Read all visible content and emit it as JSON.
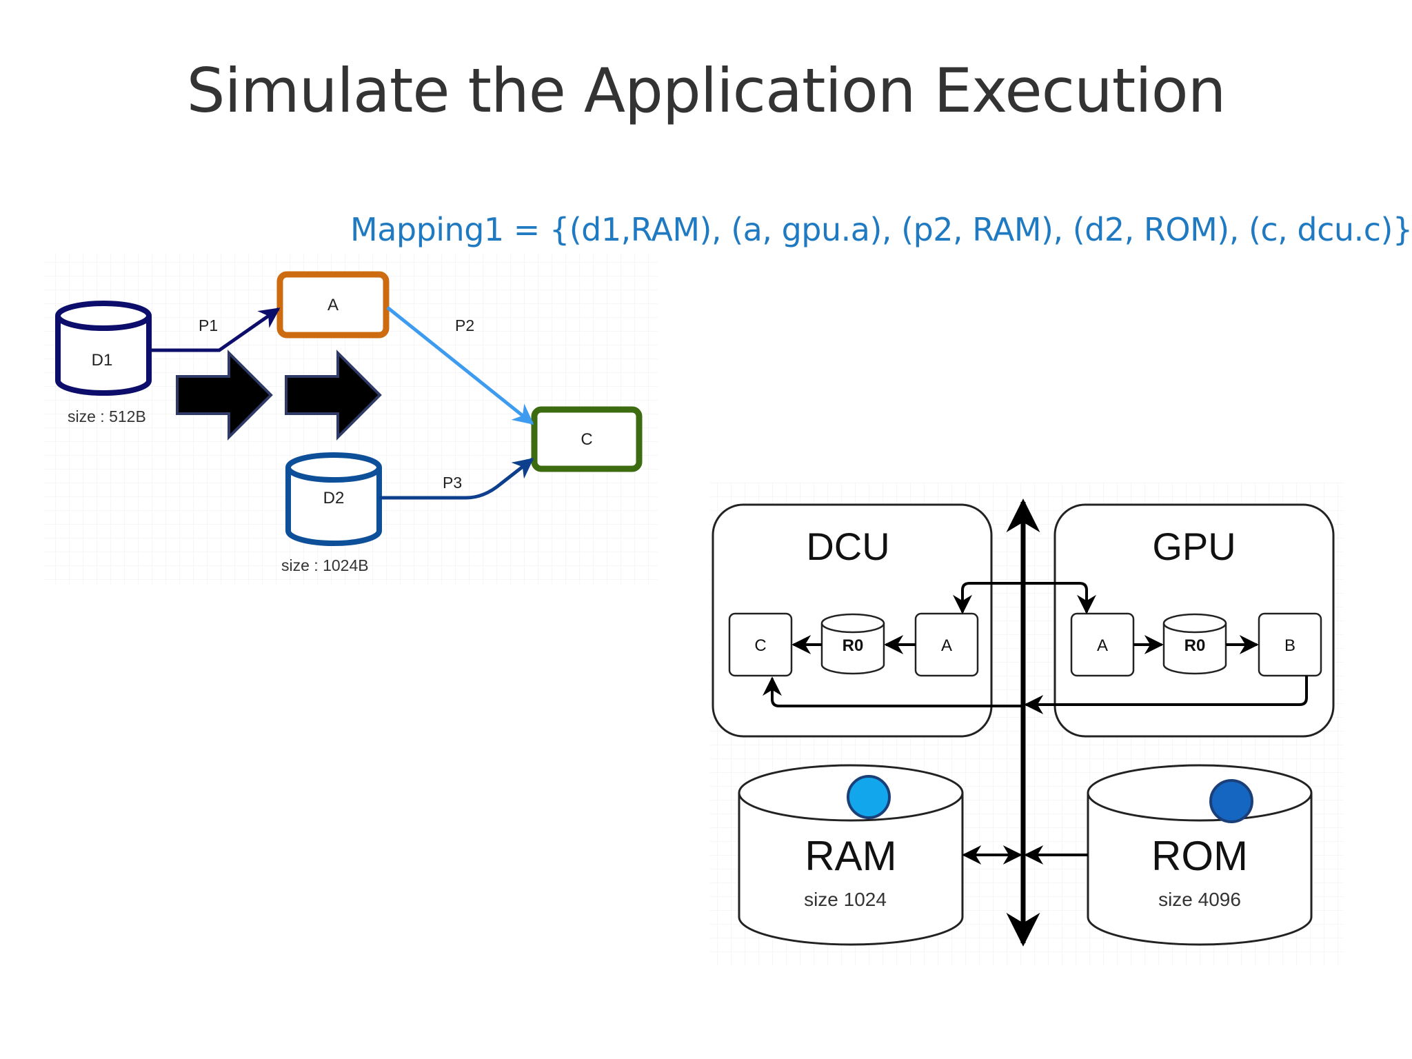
{
  "slide": {
    "title": "Simulate the Application Execution",
    "mapping": "Mapping1 = {(d1,RAM), (a, gpu.a), (p2, RAM), (d2, ROM), (c, dcu.c)}"
  },
  "app_graph": {
    "d1": {
      "label": "D1",
      "size": "size : 512B"
    },
    "d2": {
      "label": "D2",
      "size": "size : 1024B"
    },
    "task_a": "A",
    "task_c": "C",
    "edges": {
      "p1": "P1",
      "p2": "P2",
      "p3": "P3"
    },
    "colors": {
      "p1": "#0d0d6b",
      "p2": "#3d9bf0",
      "p3": "#0e3f8c",
      "a": "#cc6b10",
      "c": "#3d6b0f",
      "d1": "#0d0d6b",
      "d2": "#0e4f9a"
    }
  },
  "platform": {
    "dcu": {
      "label": "DCU",
      "c": "C",
      "r0": "R0",
      "a": "A"
    },
    "gpu": {
      "label": "GPU",
      "a": "A",
      "r0": "R0",
      "b": "B"
    },
    "ram": {
      "label": "RAM",
      "size": "size 1024",
      "token_color": "#12a6ec"
    },
    "rom": {
      "label": "ROM",
      "size": "size 4096",
      "token_color": "#1566c0"
    }
  }
}
